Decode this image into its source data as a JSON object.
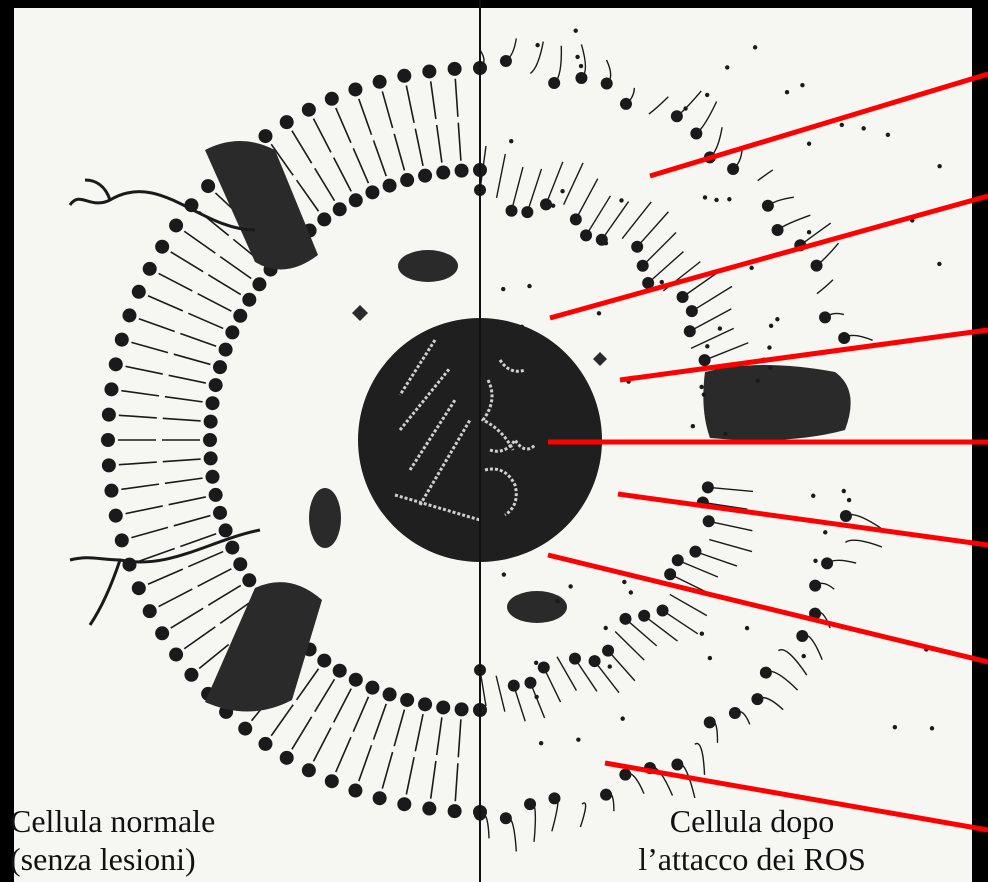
{
  "captions": {
    "left": [
      "Cellula normale",
      "(senza lesioni)"
    ],
    "right": [
      "Cellula dopo",
      "l’attacco dei ROS"
    ]
  },
  "colors": {
    "background": "#000000",
    "paper": "#f6f6f2",
    "ink": "#1a1a1a",
    "pointer": "#ff0000"
  },
  "pointers_count": 7
}
